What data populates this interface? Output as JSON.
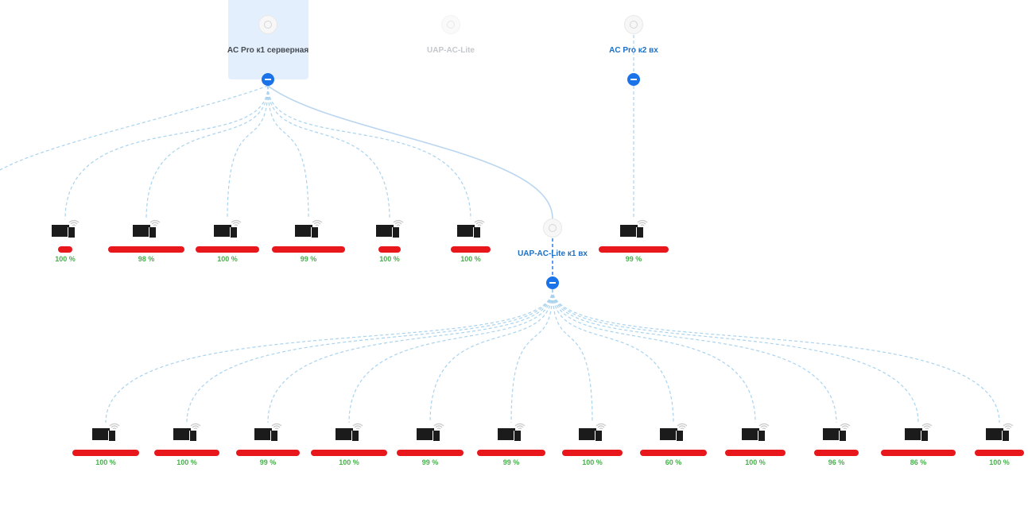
{
  "topology": {
    "access_points": [
      {
        "id": "ap1",
        "name": "AC Pro к1 серверная",
        "selected": true,
        "dim": false,
        "has_collapse": true
      },
      {
        "id": "ap2",
        "name": "UAP-AC-Lite",
        "selected": false,
        "dim": true,
        "has_collapse": false
      },
      {
        "id": "ap3",
        "name": "AC Pro к2 вх",
        "selected": false,
        "dim": false,
        "has_collapse": true
      },
      {
        "id": "ap4",
        "name": "UAP-AC-Lite к1 вх",
        "selected": false,
        "dim": false,
        "has_collapse": true
      }
    ],
    "clients_row1": [
      {
        "parent": "ap1",
        "name": "",
        "signal": "100 %"
      },
      {
        "parent": "ap1",
        "name": "",
        "signal": "98 %"
      },
      {
        "parent": "ap1",
        "name": "",
        "signal": "100 %"
      },
      {
        "parent": "ap1",
        "name": "",
        "signal": "99 %"
      },
      {
        "parent": "ap1",
        "name": "",
        "signal": "100 %"
      },
      {
        "parent": "ap1",
        "name": "",
        "signal": "100 %"
      },
      {
        "parent": "ap3",
        "name": "",
        "signal": "99 %"
      }
    ],
    "clients_row2": [
      {
        "parent": "ap4",
        "name": "",
        "signal": "100 %"
      },
      {
        "parent": "ap4",
        "name": "",
        "signal": "100 %"
      },
      {
        "parent": "ap4",
        "name": "",
        "signal": "99 %"
      },
      {
        "parent": "ap4",
        "name": "",
        "signal": "100 %"
      },
      {
        "parent": "ap4",
        "name": "",
        "signal": "99 %"
      },
      {
        "parent": "ap4",
        "name": "",
        "signal": "99 %"
      },
      {
        "parent": "ap4",
        "name": "",
        "signal": "100 %"
      },
      {
        "parent": "ap4",
        "name": "",
        "signal": "60 %"
      },
      {
        "parent": "ap4",
        "name": "",
        "signal": "100 %"
      },
      {
        "parent": "ap4",
        "name": "",
        "signal": "96 %"
      },
      {
        "parent": "ap4",
        "name": "",
        "signal": "86 %"
      },
      {
        "parent": "ap4",
        "name": "",
        "signal": "100 %"
      }
    ]
  },
  "colors": {
    "link": "#a9d3ee",
    "uplink": "#b9d5f0",
    "signal_good": "#47b04b",
    "accent": "#1a73e8",
    "redaction": "#e8171c"
  },
  "icons": {
    "access_point": "ap-disc-icon",
    "client": "desktop-wifi-icon",
    "collapse": "minus-circle-icon"
  }
}
